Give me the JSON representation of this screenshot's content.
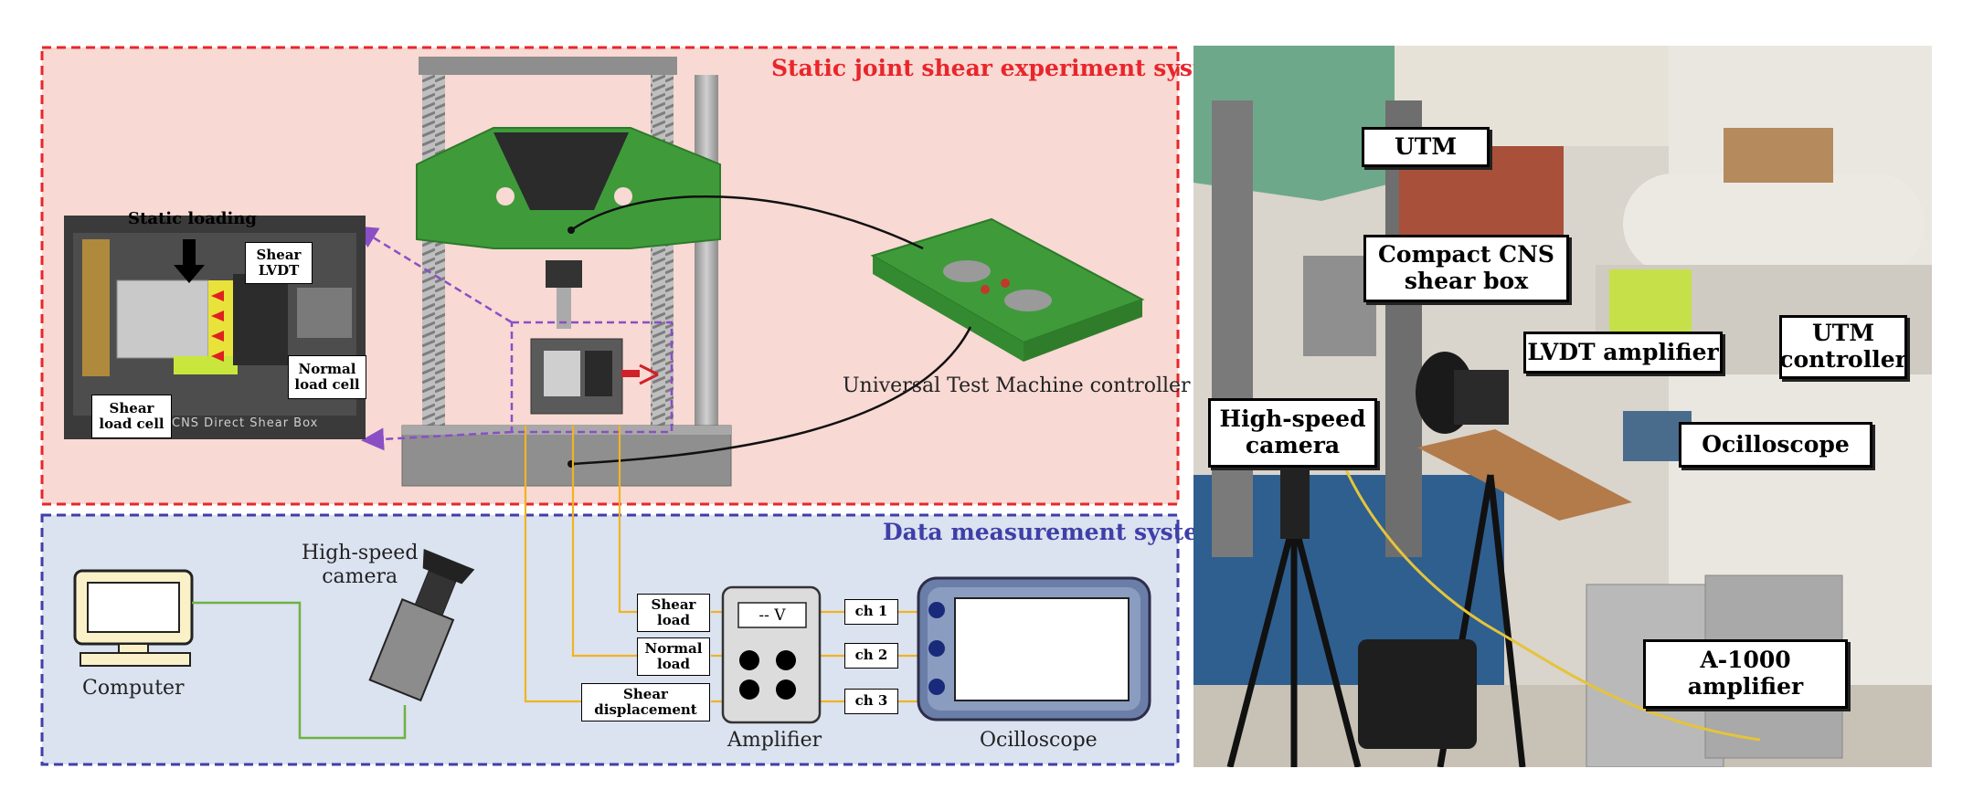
{
  "static_system": {
    "title": "Static joint shear experiment system",
    "inset_title": "Static loading",
    "inset_shear_lvdt": "Shear\nLVDT",
    "inset_normal_load_cell": "Normal\nload cell",
    "inset_shear_load_cell": "Shear\nload cell",
    "inset_box_text": "CNS Direct Shear Box",
    "controller_label": "Universal Test Machine controller"
  },
  "data_system": {
    "title": "Data measurement system",
    "computer_label": "Computer",
    "camera_label": "High-speed\ncamera",
    "signal_shear_load": "Shear\nload",
    "signal_normal_load": "Normal\nload",
    "signal_shear_displacement": "Shear\ndisplacement",
    "amplifier_display": "-- V",
    "amplifier_label": "Amplifier",
    "channel_1": "ch 1",
    "channel_2": "ch 2",
    "channel_3": "ch 3",
    "oscilloscope_label": "Ocilloscope"
  },
  "photo": {
    "utm": "UTM",
    "compact_box": "Compact CNS\nshear box",
    "lvdt_amp": "LVDT amplifier",
    "utm_controller": "UTM\ncontroller",
    "high_speed_camera": "High-speed\ncamera",
    "oscilloscope": "Ocilloscope",
    "a1000": "A-1000\namplifier"
  },
  "colors": {
    "static_panel_fill": "#f8d9d3",
    "static_panel_border": "#e8262b",
    "data_panel_fill": "#dbe2f0",
    "data_panel_border": "#3f3fa8",
    "machine_green": "#3f9b3a",
    "wire_yellow": "#f0b423",
    "wire_green": "#6db33f"
  }
}
